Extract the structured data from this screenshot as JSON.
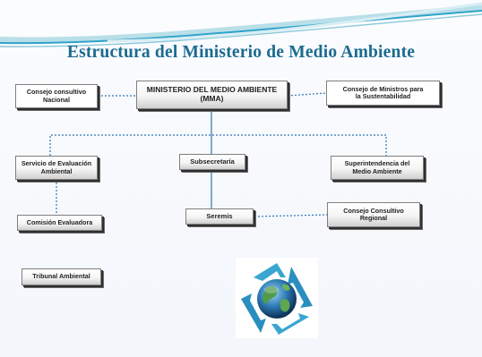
{
  "slide": {
    "title": "Estructura del Ministerio de Medio Ambiente"
  },
  "nodes": {
    "ministerio": "MINISTERIO DEL MEDIO AMBIENTE\n(MMA)",
    "consejo_consultivo_nacional": "Consejo consultivo\nNacional",
    "consejo_ministros": "Consejo de Ministros para\nla Sustentabilidad",
    "servicio_evaluacion": "Servicio de Evaluación\nAmbiental",
    "subsecretaria": "Subsecretaría",
    "superintendencia": "Superintendencia  del\nMedio Ambiente",
    "comision_evaluadora": "Comisión Evaluadora",
    "seremis": "Seremis",
    "consejo_consultivo_regional": "Consejo Consultivo\nRegional",
    "tribunal_ambiental": "Tribunal Ambiental"
  },
  "colors": {
    "title": "#1b6b8f",
    "connector": "#2e75b6",
    "header_wave": "#2fa3c9"
  },
  "icons": {
    "image": "recycle-earth-icon"
  }
}
